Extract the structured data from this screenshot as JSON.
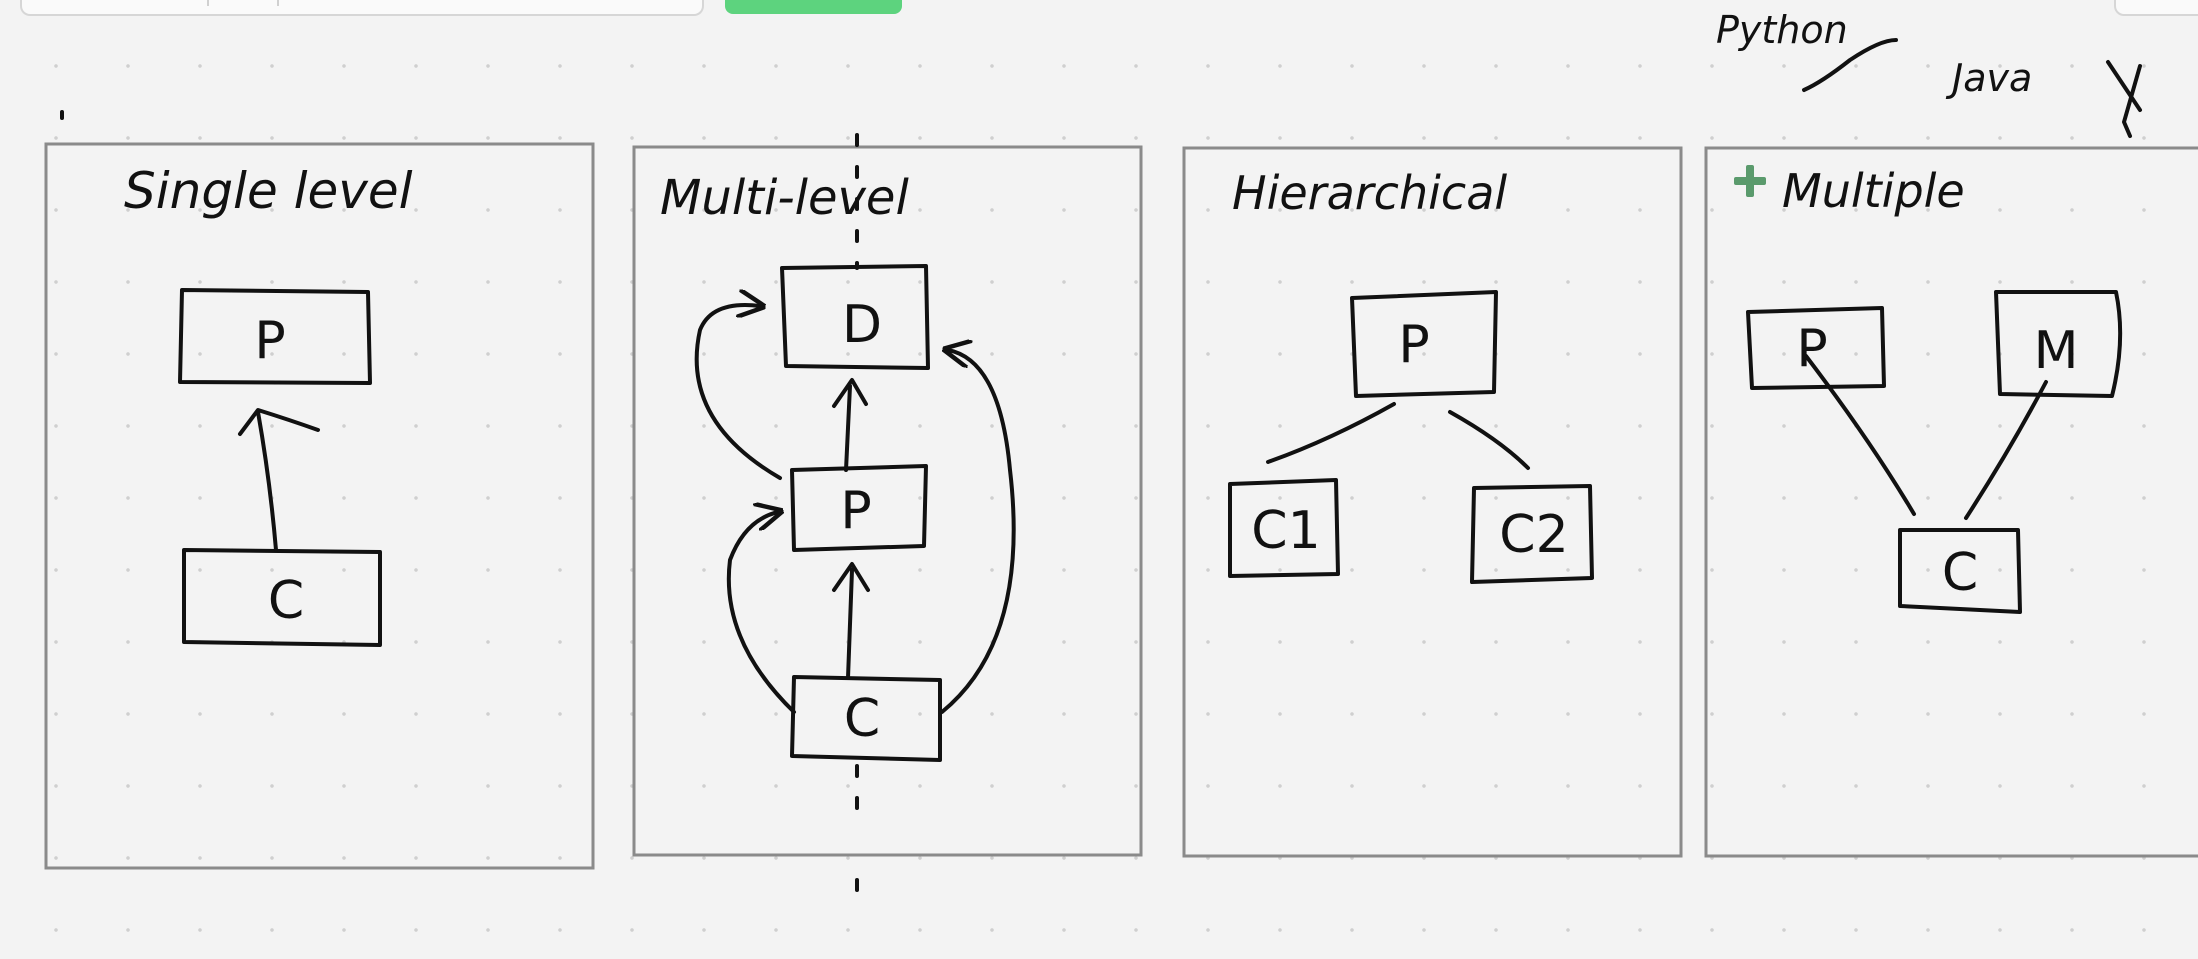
{
  "notes": {
    "python": "Python",
    "java": "Java"
  },
  "panels": [
    {
      "title": "Single level",
      "nodes": [
        "P",
        "C"
      ]
    },
    {
      "title": "Multi-level",
      "nodes": [
        "D",
        "P",
        "C"
      ]
    },
    {
      "title": "Hierarchical",
      "nodes": [
        "P",
        "C1",
        "C2"
      ]
    },
    {
      "title": "Multiple",
      "nodes": [
        "P",
        "M",
        "C"
      ]
    }
  ],
  "colors": {
    "ink": "#111111",
    "accent_green": "#5dd37e",
    "plus_green": "#5a9a6c",
    "panel_border": "#8a8a8a"
  }
}
